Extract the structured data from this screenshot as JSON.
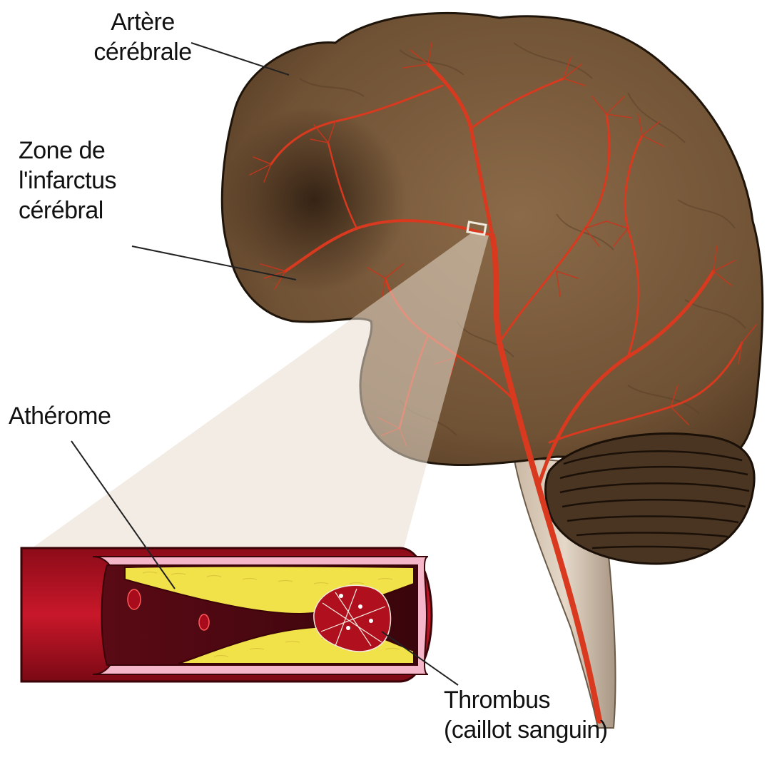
{
  "labels": {
    "artery": {
      "line1": "Artère",
      "line2": "cérébrale"
    },
    "infarct": {
      "line1": "Zone de",
      "line2": "l'infarctus",
      "line3": "cérébral"
    },
    "atherome": {
      "line1": "Athérome"
    },
    "thrombus": {
      "line1": "Thrombus",
      "line2": "(caillot sanguin)"
    }
  },
  "icons": [
    "brain-icon",
    "artery-cross-section-icon",
    "thrombus-clot-icon"
  ],
  "colors": {
    "brain": "#7a5a3a",
    "brain_dark": "#3e2a1a",
    "vessels": "#d9391e",
    "artery_wall": "#b01020",
    "plaque": "#f2e24a",
    "intima": "#f4b6c8",
    "blood": "#5a0a14"
  }
}
